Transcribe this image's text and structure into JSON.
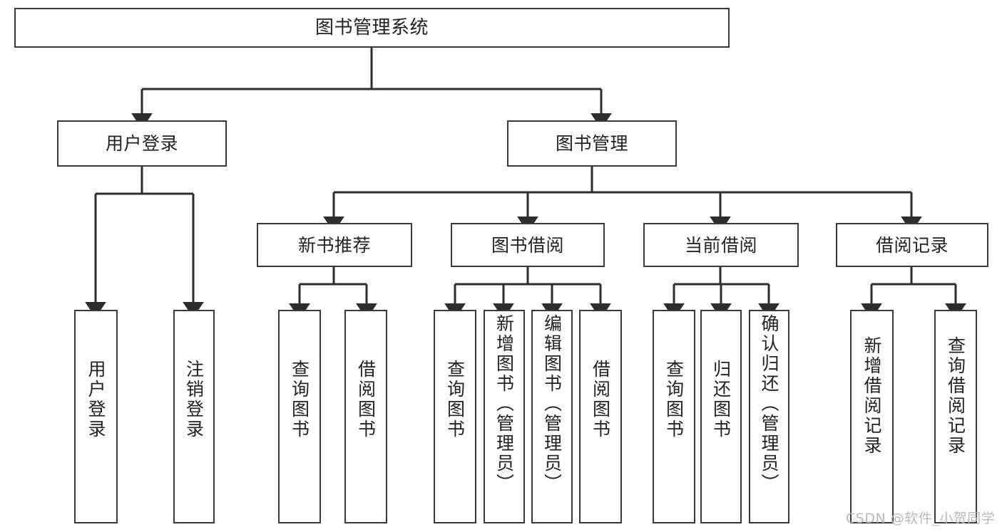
{
  "diagram": {
    "title": "图书管理系统",
    "type": "function-structure-tree",
    "watermark": "CSDN @软件_小贺同学",
    "colors": {
      "box_border": "#3a3a3a",
      "box_fill": "#ffffff",
      "connector": "#2d2d2d",
      "text": "#222222",
      "watermark": "#b9b9b9",
      "background": "#ffffff"
    },
    "levels": [
      {
        "level": 1,
        "nodes": [
          {
            "id": "root",
            "label": "图书管理系统",
            "orientation": "horizontal"
          }
        ]
      },
      {
        "level": 2,
        "nodes": [
          {
            "id": "user-login",
            "label": "用户登录",
            "orientation": "horizontal",
            "parent": "root"
          },
          {
            "id": "book-manage",
            "label": "图书管理",
            "orientation": "horizontal",
            "parent": "root"
          }
        ]
      },
      {
        "level": 3,
        "nodes": [
          {
            "id": "new-book-rec",
            "label": "新书推荐",
            "orientation": "horizontal",
            "parent": "book-manage"
          },
          {
            "id": "book-borrow",
            "label": "图书借阅",
            "orientation": "horizontal",
            "parent": "book-manage"
          },
          {
            "id": "current-borrow",
            "label": "当前借阅",
            "orientation": "horizontal",
            "parent": "book-manage"
          },
          {
            "id": "borrow-record",
            "label": "借阅记录",
            "orientation": "horizontal",
            "parent": "book-manage"
          }
        ]
      },
      {
        "level": 4,
        "nodes": [
          {
            "id": "leaf-user-login",
            "label": "用户登录",
            "orientation": "vertical",
            "parent": "user-login"
          },
          {
            "id": "leaf-logout",
            "label": "注销登录",
            "orientation": "vertical",
            "parent": "user-login"
          },
          {
            "id": "leaf-query-book-1",
            "label": "查询图书",
            "orientation": "vertical",
            "parent": "new-book-rec"
          },
          {
            "id": "leaf-borrow-book-1",
            "label": "借阅图书",
            "orientation": "vertical",
            "parent": "new-book-rec"
          },
          {
            "id": "leaf-query-book-2",
            "label": "查询图书",
            "orientation": "vertical",
            "parent": "book-borrow"
          },
          {
            "id": "leaf-add-book",
            "label": "新增图书（管理员）",
            "orientation": "vertical",
            "parent": "book-borrow"
          },
          {
            "id": "leaf-edit-book",
            "label": "编辑图书（管理员）",
            "orientation": "vertical",
            "parent": "book-borrow"
          },
          {
            "id": "leaf-borrow-book-2",
            "label": "借阅图书",
            "orientation": "vertical",
            "parent": "book-borrow"
          },
          {
            "id": "leaf-query-book-3",
            "label": "查询图书",
            "orientation": "vertical",
            "parent": "current-borrow"
          },
          {
            "id": "leaf-return-book",
            "label": "归还图书",
            "orientation": "vertical",
            "parent": "current-borrow"
          },
          {
            "id": "leaf-confirm-return",
            "label": "确认归还（管理员）",
            "orientation": "vertical",
            "parent": "current-borrow"
          },
          {
            "id": "leaf-add-record",
            "label": "新增借阅记录",
            "orientation": "vertical",
            "parent": "borrow-record"
          },
          {
            "id": "leaf-query-record",
            "label": "查询借阅记录",
            "orientation": "vertical",
            "parent": "borrow-record"
          }
        ]
      }
    ]
  }
}
